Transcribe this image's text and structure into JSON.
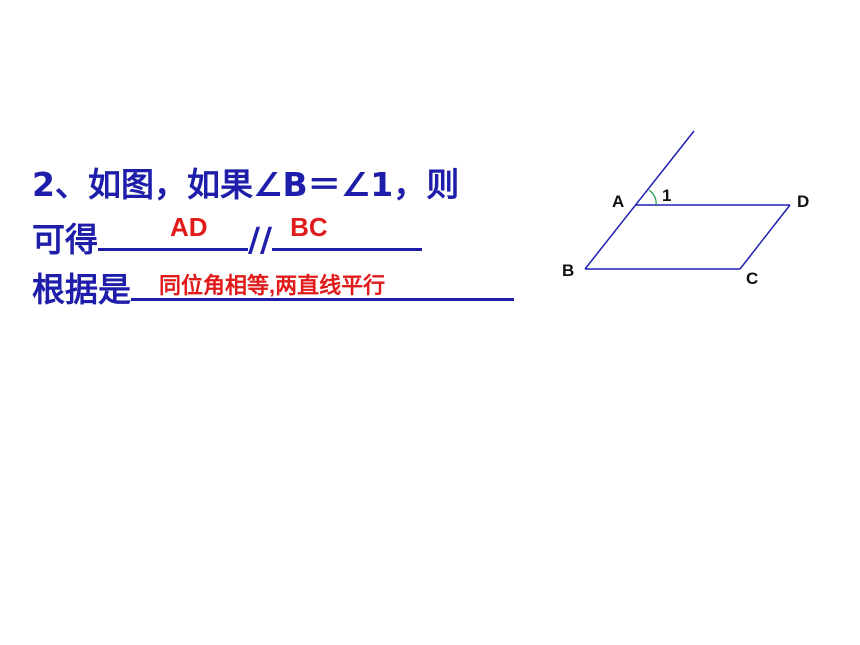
{
  "problem": {
    "line1": "2、如图，如果∠B＝∠1，则",
    "line2_prefix": "可得",
    "parallel_symbol": "//",
    "line3_prefix": "根据是"
  },
  "answers": {
    "first": "AD",
    "second": "BC",
    "reason": "同位角相等,两直线平行"
  },
  "figure": {
    "labels": {
      "A": "A",
      "B": "B",
      "C": "C",
      "D": "D",
      "angle": "1"
    },
    "line_color": "#1f1fb4",
    "arc_color": "#1a9a4a"
  }
}
